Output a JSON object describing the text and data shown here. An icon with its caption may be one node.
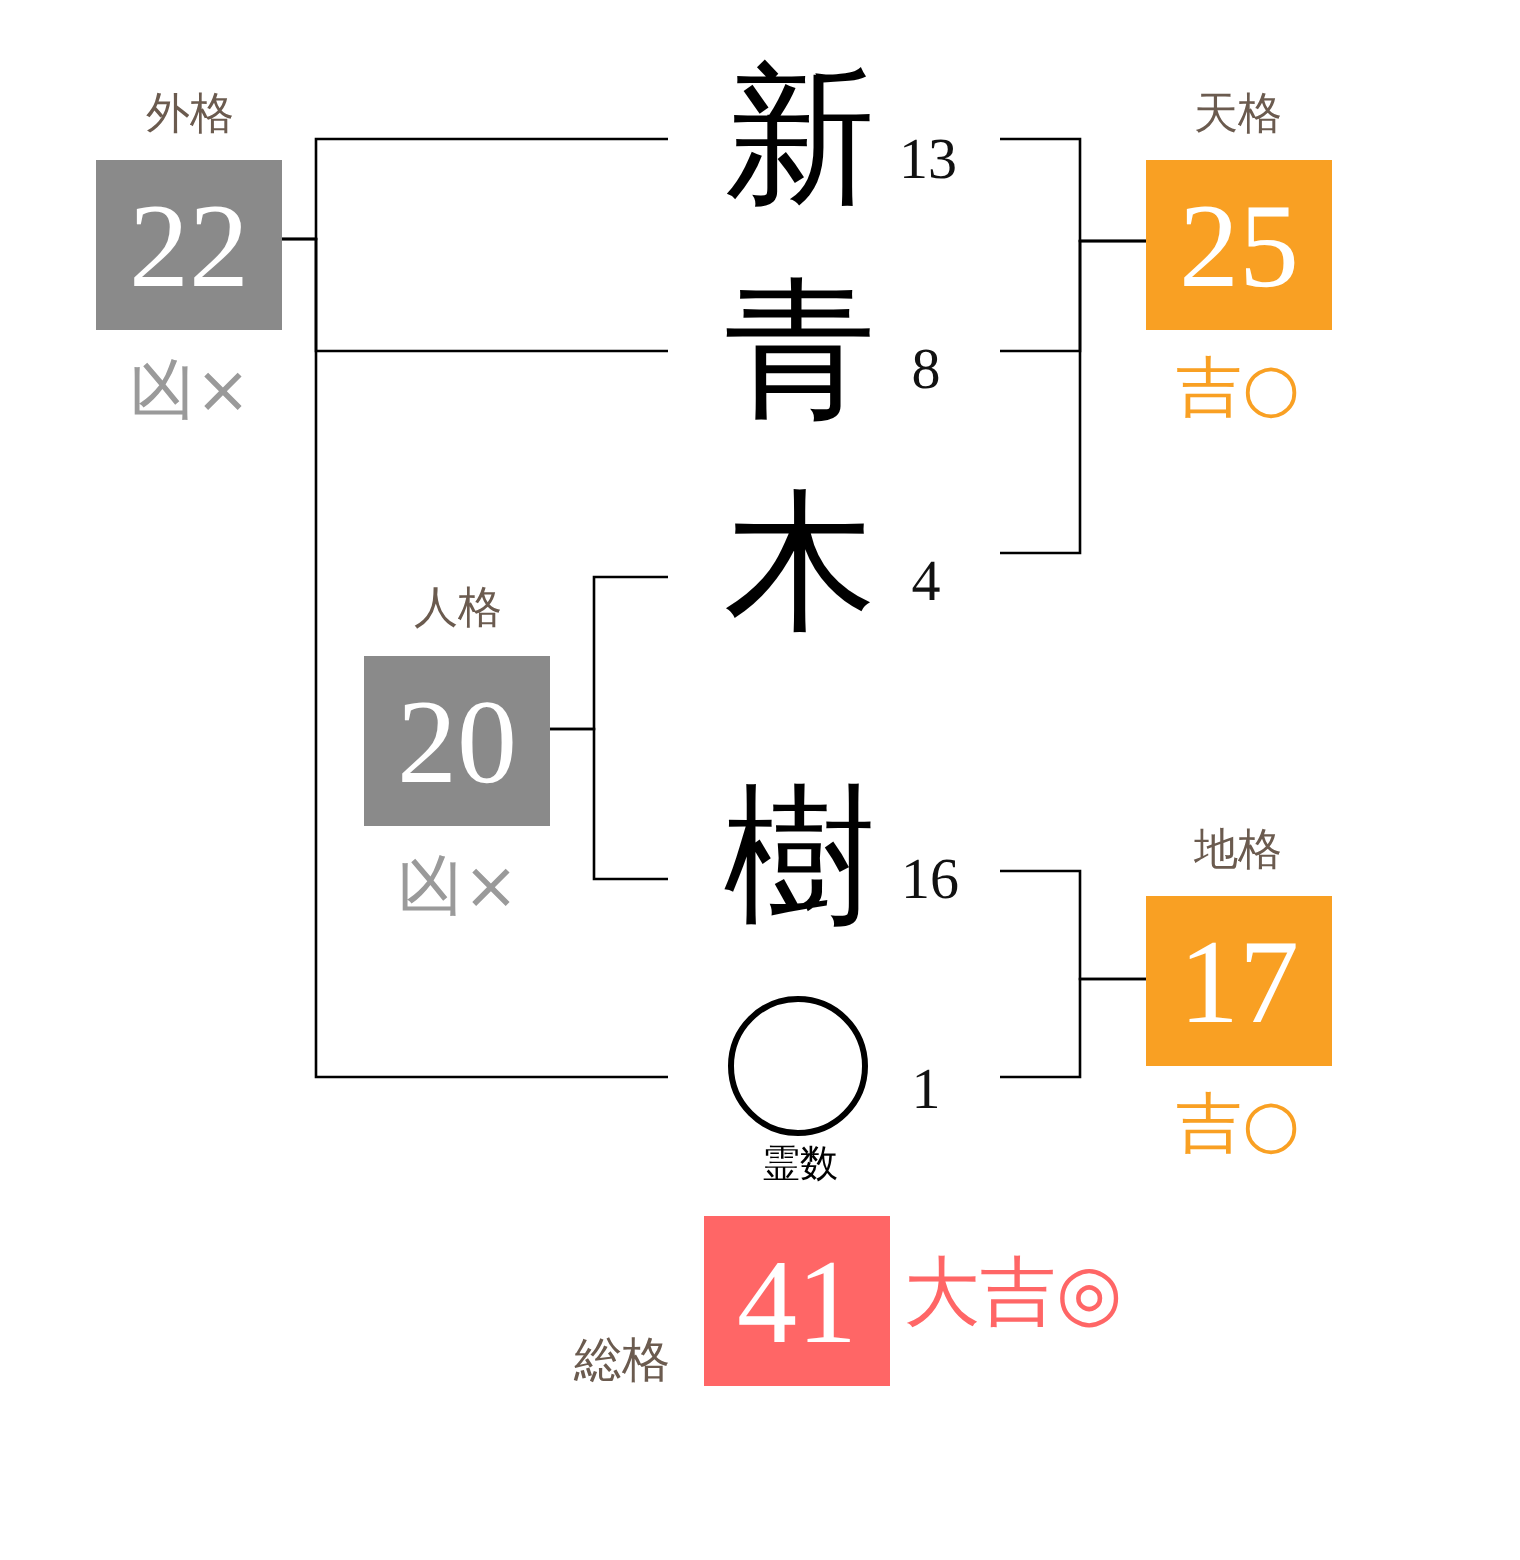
{
  "diagram": {
    "nodes": [
      {
        "text": [
          "外格",
          "22"
        ],
        "beside": [
          "凶×"
        ]
      },
      {
        "text": [
          "新"
        ],
        "beside": [
          "13"
        ]
      },
      {
        "text": [
          "天格",
          "25"
        ],
        "beside": [
          "吉○"
        ]
      },
      {
        "text": [
          "青"
        ],
        "beside": [
          "8"
        ]
      },
      {
        "text": [
          "人格",
          "20"
        ],
        "beside": [
          "凶×"
        ]
      },
      {
        "text": [
          "木"
        ],
        "beside": [
          "4"
        ]
      },
      {
        "text": [
          "樹"
        ],
        "beside": [
          "16"
        ]
      },
      {
        "text": [
          "地格",
          "17"
        ],
        "beside": [
          "吉○"
        ]
      },
      {
        "text": [],
        "shape": "circle",
        "beside": [
          "1",
          "霊数"
        ]
      },
      {
        "text": [
          "総格",
          "41"
        ],
        "beside": [
          "大吉◎"
        ]
      }
    ],
    "edges": [
      {
        "from": 1,
        "to": 0,
        "arrow": "none"
      },
      {
        "from": 3,
        "to": 0,
        "arrow": "none"
      },
      {
        "from": 8,
        "to": 0,
        "arrow": "none"
      },
      {
        "from": 1,
        "to": 2,
        "arrow": "none"
      },
      {
        "from": 3,
        "to": 2,
        "arrow": "none"
      },
      {
        "from": 5,
        "to": 2,
        "arrow": "none"
      },
      {
        "from": 5,
        "to": 4,
        "arrow": "none"
      },
      {
        "from": 6,
        "to": 4,
        "arrow": "none"
      },
      {
        "from": 6,
        "to": 7,
        "arrow": "none"
      },
      {
        "from": 8,
        "to": 7,
        "arrow": "none"
      }
    ]
  }
}
